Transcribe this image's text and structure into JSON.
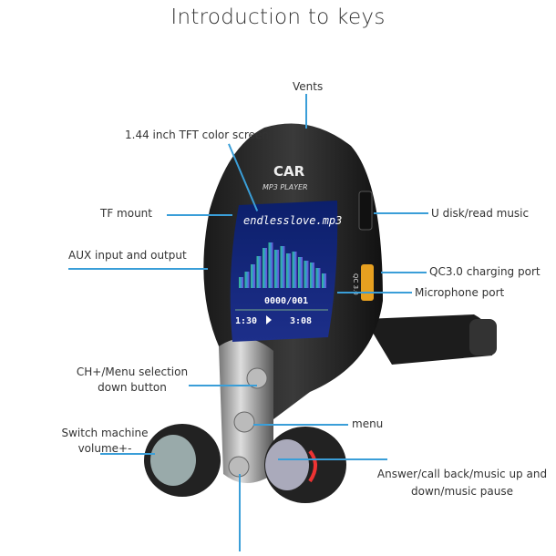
{
  "title": "Introduction to keys",
  "labels": {
    "vents": "Vents",
    "screen": "1.44 inch TFT color screen",
    "tf_mount": "TF mount",
    "aux": "AUX input and output",
    "u_disk": "U disk/read music",
    "qc_port": "QC3.0 charging port",
    "mic_port": "Microphone port",
    "ch_menu_1": "CH+/Menu selection",
    "ch_menu_2": "down button",
    "menu": "menu",
    "switch_1": "Switch machine",
    "switch_2": "volume+-",
    "answer_1": "Answer/call back/music up and",
    "answer_2": "down/music pause"
  },
  "device": {
    "brand": "CAR",
    "subtitle": "MP3 PLAYER",
    "filename": "endlesslove.mp3",
    "track": "0000/001",
    "elapsed": "1:30",
    "total": "3:08",
    "port_label": "QC 3.0",
    "accent": "#3a9ed8"
  }
}
